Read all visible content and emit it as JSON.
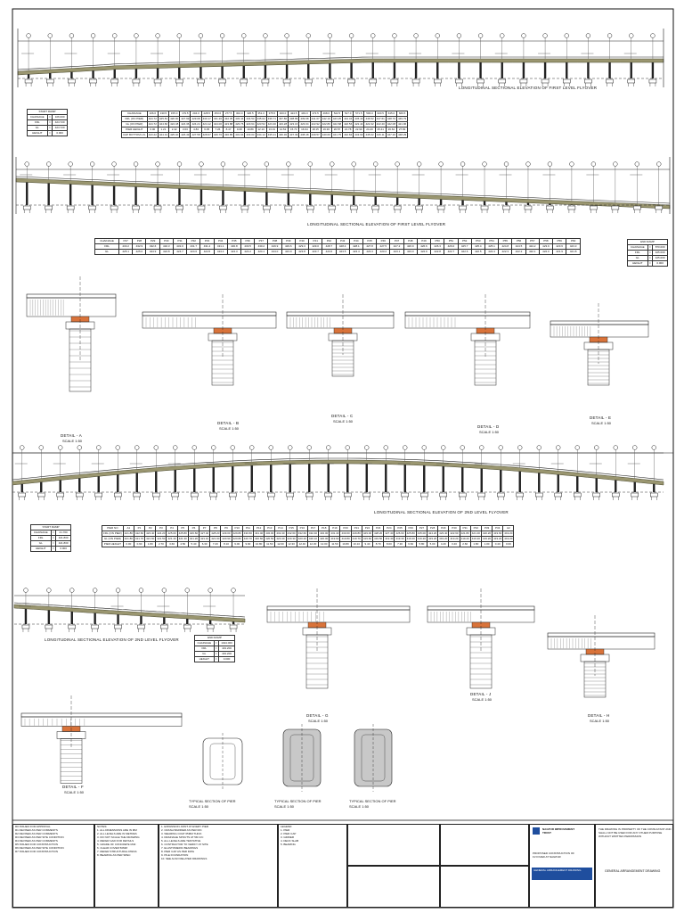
{
  "sections": {
    "ramp_a": {
      "caption": "LONGITUDINAL SECTIONAL ELEVATION OF FIRST LEVEL FLYOVER"
    },
    "ramp_b": {
      "caption": "LONGITUDINAL SECTIONAL ELEVATION OF FIRST LEVEL FLYOVER"
    },
    "ramp_c": {
      "caption": "LONGITUDINAL SECTIONAL ELEVATION OF 2ND LEVEL FLYOVER"
    },
    "ramp_d": {
      "caption": "LONGITUDINAL SECTIONAL ELEVATION OF 2ND LEVEL FLYOVER"
    }
  },
  "start_ramp_1": {
    "title": "START RAMP",
    "rows": [
      [
        "CHAINAGE",
        "=",
        "106.000"
      ],
      [
        "FRL",
        "=",
        "424.720"
      ],
      [
        "GL",
        "=",
        "424.720"
      ],
      [
        "HEIGHT",
        "=",
        "0.000"
      ]
    ]
  },
  "end_ramp_1": {
    "title": "END RAMP",
    "rows": [
      [
        "CHAINAGE",
        "=",
        "870.000"
      ],
      [
        "FRL",
        "=",
        "425.000"
      ],
      [
        "GL",
        "=",
        "425.000"
      ],
      [
        "HEIGHT",
        "=",
        "0.000"
      ]
    ]
  },
  "start_ramp_2": {
    "title": "START RAMP",
    "rows": [
      [
        "CHAINAGE",
        "=",
        "21.700"
      ],
      [
        "FRL",
        "=",
        "421.800"
      ],
      [
        "GL",
        "=",
        "421.800"
      ],
      [
        "HEIGHT",
        "=",
        "0.000"
      ]
    ]
  },
  "end_ramp_2": {
    "title": "END RAMP",
    "rows": [
      [
        "CHAINAGE",
        "=",
        "1024.000"
      ],
      [
        "FRL",
        "=",
        "419.200"
      ],
      [
        "GL",
        "=",
        "419.200"
      ],
      [
        "HEIGHT",
        "=",
        "0.000"
      ]
    ]
  },
  "level_table_1": {
    "row_heads": [
      "CHAINAGE",
      "FRL (ON PIER)",
      "GL (ON PIER)",
      "PIER HEIGHT",
      "CAP BOTTOM LVL"
    ],
    "rows": [
      [
        "106.0",
        "130.5",
        "155.0",
        "179.5",
        "204.0",
        "228.5",
        "253.0",
        "277.5",
        "302.0",
        "326.5",
        "351.0",
        "375.5",
        "400.0",
        "424.5",
        "449.0",
        "473.5",
        "498.0",
        "522.5",
        "547.0",
        "571.5",
        "596.0",
        "620.5",
        "645.0",
        "669.5"
      ],
      [
        "424.72",
        "425.81",
        "426.90",
        "427.99",
        "429.08",
        "430.17",
        "431.26",
        "432.35",
        "433.44",
        "434.53",
        "435.62",
        "436.71",
        "437.80",
        "438.89",
        "439.98",
        "441.07",
        "442.16",
        "443.25",
        "444.34",
        "445.43",
        "446.52",
        "447.61",
        "448.70",
        "449.79"
      ],
      [
        "424.72",
        "424.60",
        "424.48",
        "424.36",
        "424.24",
        "424.12",
        "424.00",
        "423.88",
        "423.76",
        "423.64",
        "423.52",
        "423.40",
        "423.28",
        "423.16",
        "423.04",
        "422.92",
        "422.80",
        "422.68",
        "422.56",
        "422.44",
        "422.32",
        "422.20",
        "422.08",
        "421.96"
      ],
      [
        "0.00",
        "1.21",
        "2.42",
        "3.63",
        "4.84",
        "6.05",
        "7.26",
        "8.47",
        "9.68",
        "10.89",
        "12.10",
        "13.31",
        "14.52",
        "15.73",
        "16.94",
        "18.15",
        "19.36",
        "20.57",
        "21.78",
        "22.99",
        "24.20",
        "25.41",
        "26.62",
        "27.83"
      ],
      [
        "423.22",
        "424.31",
        "425.40",
        "426.49",
        "427.58",
        "428.67",
        "429.76",
        "430.85",
        "431.94",
        "433.03",
        "434.12",
        "435.21",
        "436.30",
        "437.39",
        "438.48",
        "439.57",
        "440.66",
        "441.75",
        "442.84",
        "443.93",
        "445.02",
        "446.11",
        "447.20",
        "448.29"
      ]
    ]
  },
  "level_table_2": {
    "row_heads": [
      "CHAINAGE",
      "FRL",
      "GL"
    ],
    "rows": [
      [
        "P27",
        "P28",
        "P29",
        "P30",
        "P31",
        "P32",
        "P33",
        "P34",
        "P35",
        "P36",
        "P37",
        "P38",
        "P39",
        "P40",
        "P41",
        "P42",
        "P43",
        "P44",
        "P45",
        "P46",
        "P47",
        "P48",
        "P49",
        "P50",
        "P51",
        "P52",
        "P53",
        "P54",
        "P55",
        "P56",
        "P57",
        "P58",
        "P59",
        "P60"
      ],
      [
        "433.2",
        "432.9",
        "432.6",
        "432.3",
        "432.0",
        "431.7",
        "431.4",
        "431.1",
        "430.8",
        "430.5",
        "430.2",
        "429.9",
        "429.6",
        "429.3",
        "429.0",
        "428.7",
        "428.4",
        "428.1",
        "427.8",
        "427.5",
        "427.2",
        "426.9",
        "426.6",
        "426.3",
        "426.0",
        "425.7",
        "425.4",
        "425.1",
        "424.8",
        "424.5",
        "424.2",
        "423.9",
        "423.6",
        "423.3"
      ],
      [
        "425.1",
        "425.0",
        "424.9",
        "424.8",
        "424.7",
        "424.6",
        "424.5",
        "424.4",
        "424.3",
        "424.2",
        "424.1",
        "424.0",
        "423.9",
        "423.8",
        "423.7",
        "423.6",
        "423.5",
        "423.4",
        "423.3",
        "423.2",
        "423.1",
        "423.0",
        "422.9",
        "422.8",
        "422.7",
        "422.6",
        "422.5",
        "422.4",
        "422.3",
        "422.2",
        "422.1",
        "422.0",
        "421.9",
        "421.8"
      ]
    ]
  },
  "level_table_3": {
    "row_heads": [
      "PIER NO",
      "FRL (ON PIER)",
      "GL (ON PIER)",
      "PIER HEIGHT"
    ],
    "rows": [
      [
        "A1",
        "P1",
        "P2",
        "P3",
        "P4",
        "P5",
        "P6",
        "P7",
        "P8",
        "P9",
        "P10",
        "P11",
        "P12",
        "P13",
        "P14",
        "P15",
        "P16",
        "P17",
        "P18",
        "P19",
        "P20",
        "P21",
        "P22",
        "P23",
        "P24",
        "P25",
        "P26",
        "P27",
        "P28",
        "P29",
        "P30",
        "P31",
        "P32",
        "P33",
        "P34",
        "A2"
      ],
      [
        "421.80",
        "422.60",
        "423.40",
        "424.20",
        "425.00",
        "425.80",
        "426.60",
        "427.40",
        "428.20",
        "429.00",
        "429.80",
        "430.60",
        "431.40",
        "432.00",
        "432.40",
        "432.60",
        "432.60",
        "432.40",
        "432.00",
        "431.40",
        "430.60",
        "429.80",
        "429.00",
        "428.20",
        "427.40",
        "426.60",
        "425.80",
        "425.00",
        "424.20",
        "423.40",
        "422.60",
        "421.80",
        "421.00",
        "420.20",
        "419.60",
        "419.20"
      ],
      [
        "421.80",
        "421.70",
        "421.60",
        "421.50",
        "421.40",
        "421.30",
        "421.20",
        "421.10",
        "421.00",
        "420.90",
        "420.80",
        "420.70",
        "420.60",
        "420.50",
        "420.40",
        "420.30",
        "420.20",
        "420.10",
        "420.00",
        "419.90",
        "419.80",
        "419.70",
        "419.60",
        "419.50",
        "419.40",
        "419.30",
        "419.20",
        "419.20",
        "419.20",
        "419.20",
        "419.20",
        "419.20",
        "419.20",
        "419.20",
        "419.20",
        "419.20"
      ],
      [
        "0.00",
        "0.90",
        "1.80",
        "2.70",
        "3.60",
        "4.50",
        "5.40",
        "6.30",
        "7.20",
        "8.10",
        "9.00",
        "9.90",
        "10.80",
        "11.50",
        "12.00",
        "12.30",
        "12.40",
        "12.30",
        "12.00",
        "11.50",
        "10.80",
        "10.10",
        "9.40",
        "8.70",
        "8.00",
        "7.30",
        "6.60",
        "5.80",
        "5.00",
        "4.20",
        "3.40",
        "2.60",
        "1.80",
        "1.00",
        "0.40",
        "0.00"
      ]
    ]
  },
  "details": {
    "a": {
      "title": "DETAIL - A",
      "scale": "SCALE 1:50"
    },
    "b": {
      "title": "DETAIL - B",
      "scale": "SCALE 1:50"
    },
    "c": {
      "title": "DETAIL - C",
      "scale": "SCALE 1:50"
    },
    "d": {
      "title": "DETAIL - D",
      "scale": "SCALE 1:50"
    },
    "e": {
      "title": "DETAIL - E",
      "scale": "SCALE 1:50"
    },
    "f": {
      "title": "DETAIL - F",
      "scale": "SCALE 1:50"
    },
    "g": {
      "title": "DETAIL - G",
      "scale": "SCALE 1:50"
    },
    "h": {
      "title": "DETAIL - H",
      "scale": "SCALE 1:50"
    },
    "j": {
      "title": "DETAIL - J",
      "scale": "SCALE 1:50"
    }
  },
  "typical_sections": [
    {
      "title": "TYPICAL SECTION OF PIER",
      "scale": "SCALE 1:50"
    },
    {
      "title": "TYPICAL SECTION OF PIER",
      "scale": "SCALE 1:50"
    },
    {
      "title": "TYPICAL SECTION OF PIER",
      "scale": "SCALE 1:50"
    }
  ],
  "title_block": {
    "revisions": [
      [
        "R0",
        "ISSUED FOR APPROVAL"
      ],
      [
        "R1",
        "REVISED AS PER COMMENTS"
      ],
      [
        "R2",
        "REVISED AS PER COMMENTS"
      ],
      [
        "R3",
        "REVISED AS PER SITE CONDITION"
      ],
      [
        "R4",
        "REVISED AS PER COMMENTS"
      ],
      [
        "R5",
        "ISSUED FOR CONSTRUCTION"
      ],
      [
        "R6",
        "REVISED AS PER SITE CONDITION"
      ],
      [
        "R7",
        "ISSUED FOR CONSTRUCTION"
      ]
    ],
    "notes_1": [
      "NOTES:",
      "1. ALL DIMENSIONS ARE IN MM",
      "2. ALL LEVELS ARE IN METRES",
      "3. DO NOT SCALE THE DRAWING",
      "4. REFER GAD FOR DETAILS",
      "5. GRADE OF CONCRETE M40",
      "6. CLEAR COVER 50MM",
      "7. REFER STRUCTURAL DWGS",
      "8. BEARING AS PER SPEC"
    ],
    "notes_2": [
      "1. EXPANSION JOINT AT EVERY PIER",
      "2. CRASH BARRIER AS PER IRC",
      "3. WEARING COAT 65MM THICK",
      "4. DRAINAGE SPOUTS AT 5M C/C",
      "5. ALL LEVELS ARE TENTATIVE",
      "6. CONTRACTOR TO VERIFY AT SITE",
      "7. ELASTOMERIC BEARINGS",
      "8. PIER CAP AS PER DWG",
      "9. PILE FOUNDATION",
      "10. SEE ALSO RELATED DRAWINGS"
    ],
    "notes_3": [
      "LEGEND:",
      "1. PIER",
      "2. PIER CAP",
      "3. GIRDER",
      "4. DECK SLAB",
      "5. BEARING"
    ],
    "company": [
      "NAGPUR IMPROVEMENT",
      "TRUST"
    ],
    "project": [
      "PROPOSED CONSTRUCTION OF",
      "FLYOVER AT NAGPUR",
      "GENERAL ARRANGEMENT DRAWING"
    ],
    "consultant_note": [
      "THE DRAWING IS PROPERTY OF THE CONSULTANT AND",
      "SHALL NOT BE USED FOR ANY OTHER PURPOSE",
      "WITHOUT WRITTEN PERMISSION"
    ],
    "drawing_title": "GENERAL ARRANGEMENT DRAWING"
  }
}
